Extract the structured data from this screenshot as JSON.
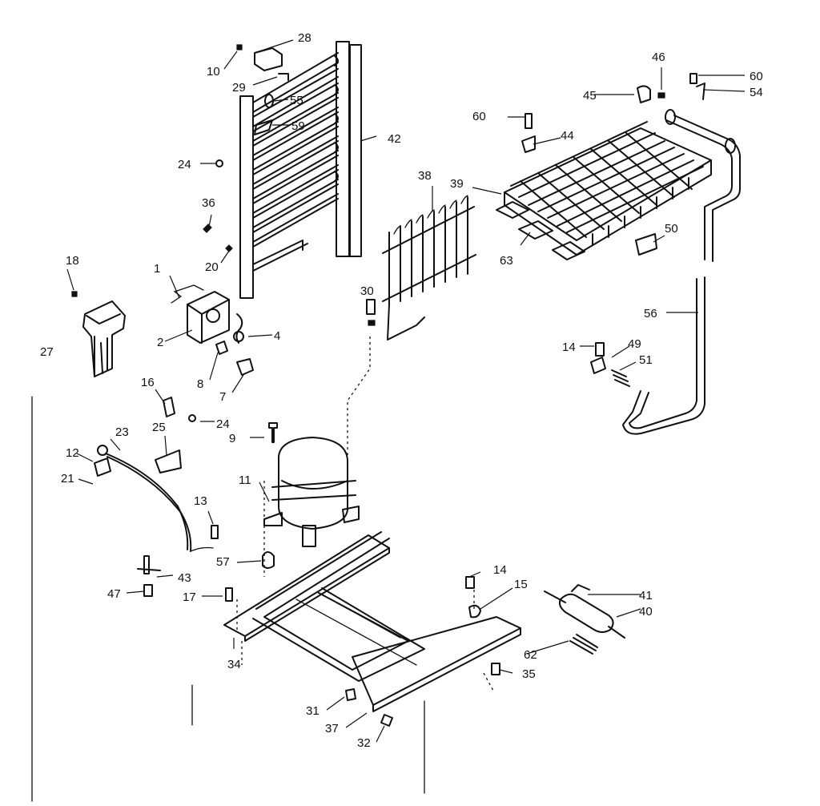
{
  "diagram": {
    "callouts": [
      {
        "id": "1",
        "label": "1"
      },
      {
        "id": "2",
        "label": "2"
      },
      {
        "id": "4",
        "label": "4"
      },
      {
        "id": "7",
        "label": "7"
      },
      {
        "id": "8",
        "label": "8"
      },
      {
        "id": "9",
        "label": "9"
      },
      {
        "id": "10",
        "label": "10"
      },
      {
        "id": "11",
        "label": "11"
      },
      {
        "id": "12",
        "label": "12"
      },
      {
        "id": "13",
        "label": "13"
      },
      {
        "id": "14a",
        "label": "14"
      },
      {
        "id": "14b",
        "label": "14"
      },
      {
        "id": "15",
        "label": "15"
      },
      {
        "id": "16",
        "label": "16"
      },
      {
        "id": "17",
        "label": "17"
      },
      {
        "id": "18",
        "label": "18"
      },
      {
        "id": "20",
        "label": "20"
      },
      {
        "id": "21",
        "label": "21"
      },
      {
        "id": "23",
        "label": "23"
      },
      {
        "id": "24a",
        "label": "24"
      },
      {
        "id": "24b",
        "label": "24"
      },
      {
        "id": "25",
        "label": "25"
      },
      {
        "id": "27",
        "label": "27"
      },
      {
        "id": "28",
        "label": "28"
      },
      {
        "id": "29",
        "label": "29"
      },
      {
        "id": "30",
        "label": "30"
      },
      {
        "id": "31",
        "label": "31"
      },
      {
        "id": "32",
        "label": "32"
      },
      {
        "id": "34",
        "label": "34"
      },
      {
        "id": "35",
        "label": "35"
      },
      {
        "id": "36",
        "label": "36"
      },
      {
        "id": "37",
        "label": "37"
      },
      {
        "id": "38",
        "label": "38"
      },
      {
        "id": "39",
        "label": "39"
      },
      {
        "id": "40",
        "label": "40"
      },
      {
        "id": "41",
        "label": "41"
      },
      {
        "id": "42",
        "label": "42"
      },
      {
        "id": "43",
        "label": "43"
      },
      {
        "id": "44",
        "label": "44"
      },
      {
        "id": "45",
        "label": "45"
      },
      {
        "id": "46",
        "label": "46"
      },
      {
        "id": "47",
        "label": "47"
      },
      {
        "id": "49",
        "label": "49"
      },
      {
        "id": "50",
        "label": "50"
      },
      {
        "id": "51",
        "label": "51"
      },
      {
        "id": "54",
        "label": "54"
      },
      {
        "id": "55",
        "label": "55"
      },
      {
        "id": "56",
        "label": "56"
      },
      {
        "id": "57",
        "label": "57"
      },
      {
        "id": "59",
        "label": "59"
      },
      {
        "id": "60a",
        "label": "60"
      },
      {
        "id": "60b",
        "label": "60"
      },
      {
        "id": "62",
        "label": "62"
      },
      {
        "id": "63",
        "label": "63"
      }
    ]
  }
}
